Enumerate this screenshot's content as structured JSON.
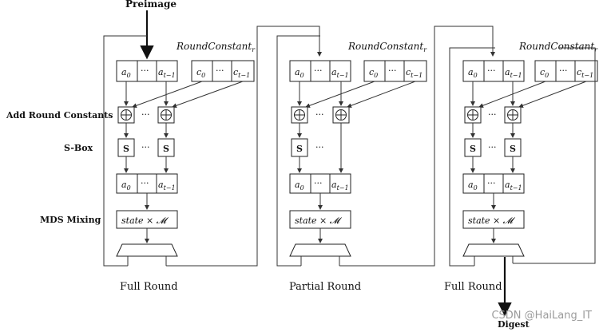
{
  "labels": {
    "preimage": "Preimage",
    "digest": "Digest",
    "add_round_constants": "Add Round Constants",
    "sbox": "S-Box",
    "mds_mixing": "MDS Mixing",
    "round_constant": "RoundConstant",
    "round_constant_sub": "r",
    "state_mds": "state × 𝓜",
    "a0": "a",
    "a0_sub": "0",
    "at1": "a",
    "at1_sub": "t−1",
    "c0": "c",
    "c0_sub": "0",
    "ct1": "c",
    "ct1_sub": "t−1",
    "ellipsis": "···",
    "s": "S",
    "xor": "⊕"
  },
  "rounds": [
    {
      "caption": "Full Round",
      "type": "full"
    },
    {
      "caption": "Partial Round",
      "type": "partial"
    },
    {
      "caption": "Full Round",
      "type": "full"
    }
  ],
  "watermark": "CSDN @HaiLang_IT"
}
